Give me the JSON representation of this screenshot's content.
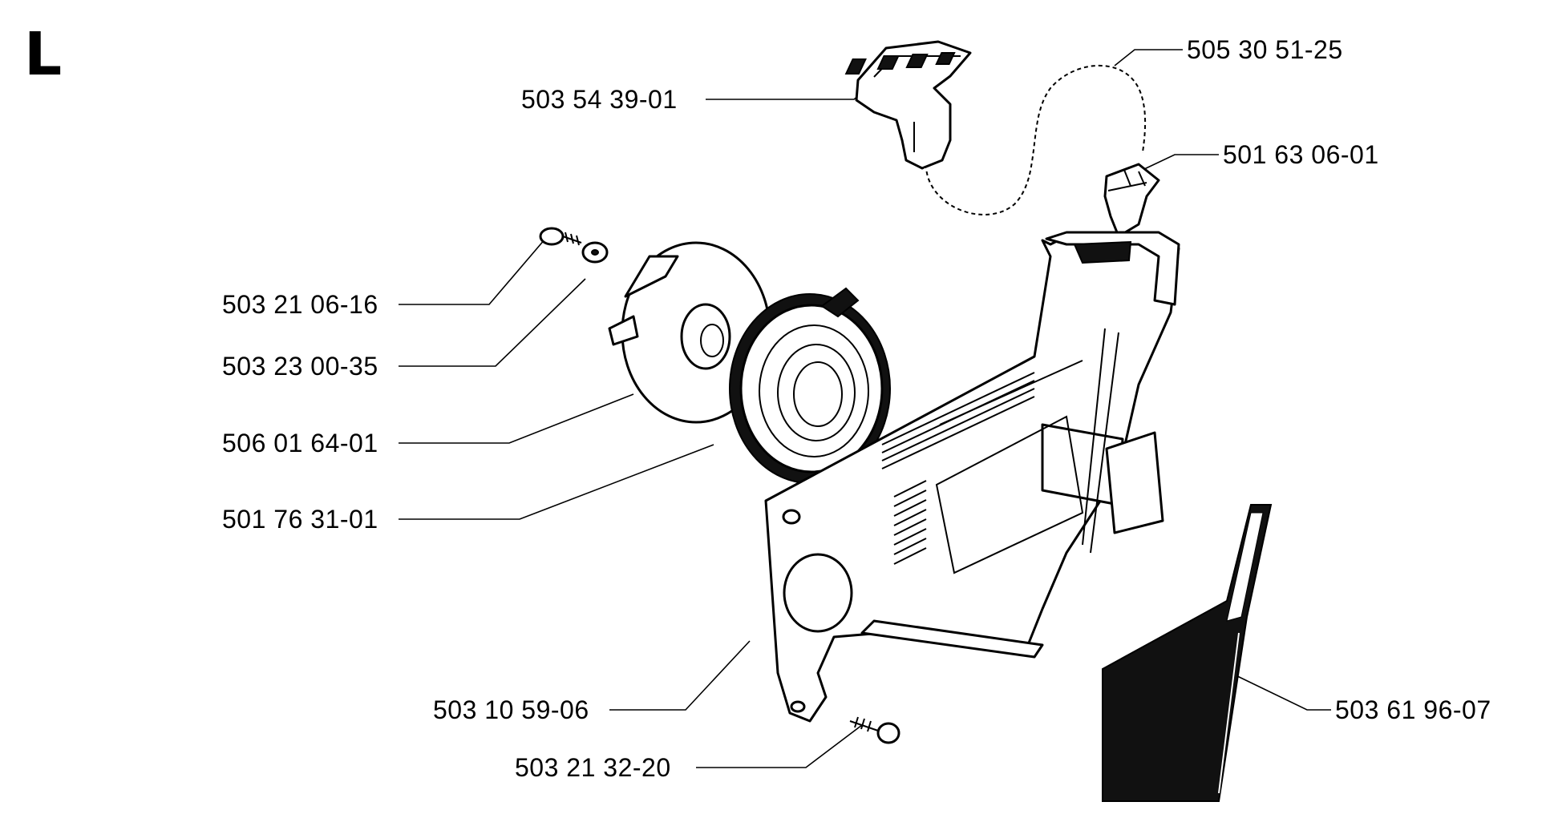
{
  "section_letter": "L",
  "parts": [
    {
      "id": "p1",
      "number": "503 54 39-01"
    },
    {
      "id": "p2",
      "number": "505 30 51-25"
    },
    {
      "id": "p3",
      "number": "501 63 06-01"
    },
    {
      "id": "p4",
      "number": "503 21 06-16"
    },
    {
      "id": "p5",
      "number": "503 23 00-35"
    },
    {
      "id": "p6",
      "number": "506 01 64-01"
    },
    {
      "id": "p7",
      "number": "501 76 31-01"
    },
    {
      "id": "p8",
      "number": "503 10 59-06"
    },
    {
      "id": "p9",
      "number": "503 21 32-20"
    },
    {
      "id": "p10",
      "number": "503 61 96-07"
    }
  ]
}
